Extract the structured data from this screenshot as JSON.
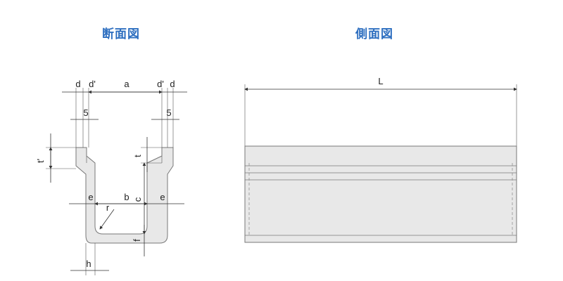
{
  "titles": {
    "section": "断面図",
    "side": "側面図"
  },
  "labels": {
    "d_left": "d",
    "dp_left": "d'",
    "a": "a",
    "dp_right": "d'",
    "d_right": "d",
    "five_left": "5",
    "five_right": "5",
    "t_prime": "t'",
    "t": "t",
    "e_left": "e",
    "b": "b",
    "c": "c",
    "e_right": "e",
    "r": "r",
    "f": "f",
    "h": "h",
    "L": "L"
  },
  "colors": {
    "title": "#2e6fc0",
    "fill": "#e8e8e8",
    "line": "#777777"
  }
}
